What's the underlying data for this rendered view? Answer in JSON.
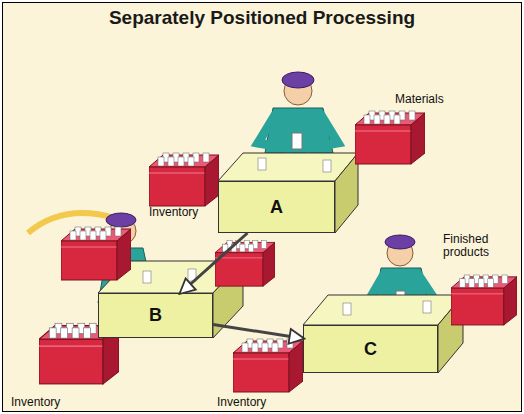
{
  "diagram": {
    "title": "Separately Positioned Processing",
    "nodes": [
      {
        "text": [
          "A"
        ]
      },
      {
        "text": [
          "B"
        ]
      },
      {
        "text": [
          "C"
        ]
      }
    ],
    "edges": [
      {
        "from": 0,
        "to": 1,
        "arrow": "to"
      },
      {
        "from": 1,
        "to": 2,
        "arrow": "to"
      }
    ],
    "labels": [
      "Materials",
      "Inventory",
      "Finished products",
      "Inventory",
      "Inventory"
    ]
  }
}
